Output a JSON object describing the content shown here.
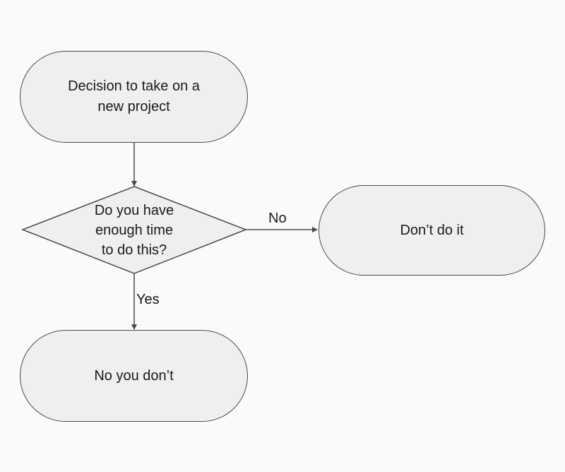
{
  "diagram": {
    "nodes": {
      "start": {
        "text": "Decision to take on a\nnew project"
      },
      "decision": {
        "text": "Do you have\nenough time\nto do this?"
      },
      "no_result": {
        "text": "Don’t do it"
      },
      "yes_result": {
        "text": "No you don’t"
      }
    },
    "edges": {
      "no_label": "No",
      "yes_label": "Yes"
    },
    "colors": {
      "node_fill": "#efefef",
      "stroke": "#4a4a4a",
      "background": "#fafafa"
    }
  }
}
